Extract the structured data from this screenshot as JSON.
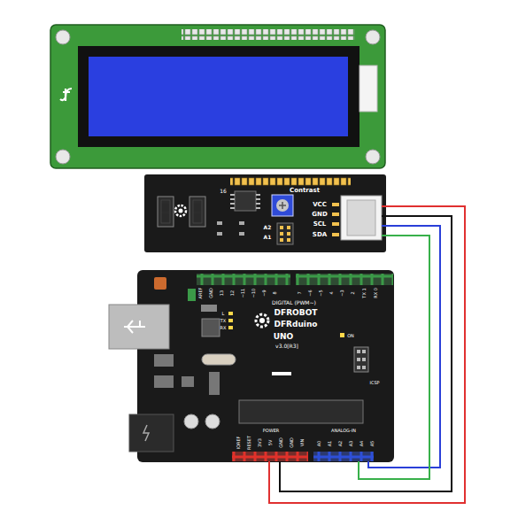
{
  "diagram": {
    "labels": [
      "16",
      "Contrast",
      "VCC",
      "GND",
      "SCL",
      "SDA",
      "A2",
      "A1",
      "AREF",
      "GND",
      "13",
      "12",
      "~11",
      "~10",
      "~9",
      "8",
      "7",
      "~6",
      "~5",
      "4",
      "~3",
      "2",
      "TX 1",
      "RX 0",
      "DIGITAL (PWM~)",
      "L",
      "TX",
      "RX",
      "DFROBOT",
      "DFRduino",
      "UNO",
      "v3.0[R3]",
      "ON",
      "ICSP",
      "IOREF",
      "RESET",
      "3V3",
      "5V",
      "GND",
      "GND",
      "VIN",
      "POWER",
      "ANALOG-IN",
      "A0",
      "A1",
      "A2",
      "A3",
      "A4",
      "A5"
    ]
  }
}
